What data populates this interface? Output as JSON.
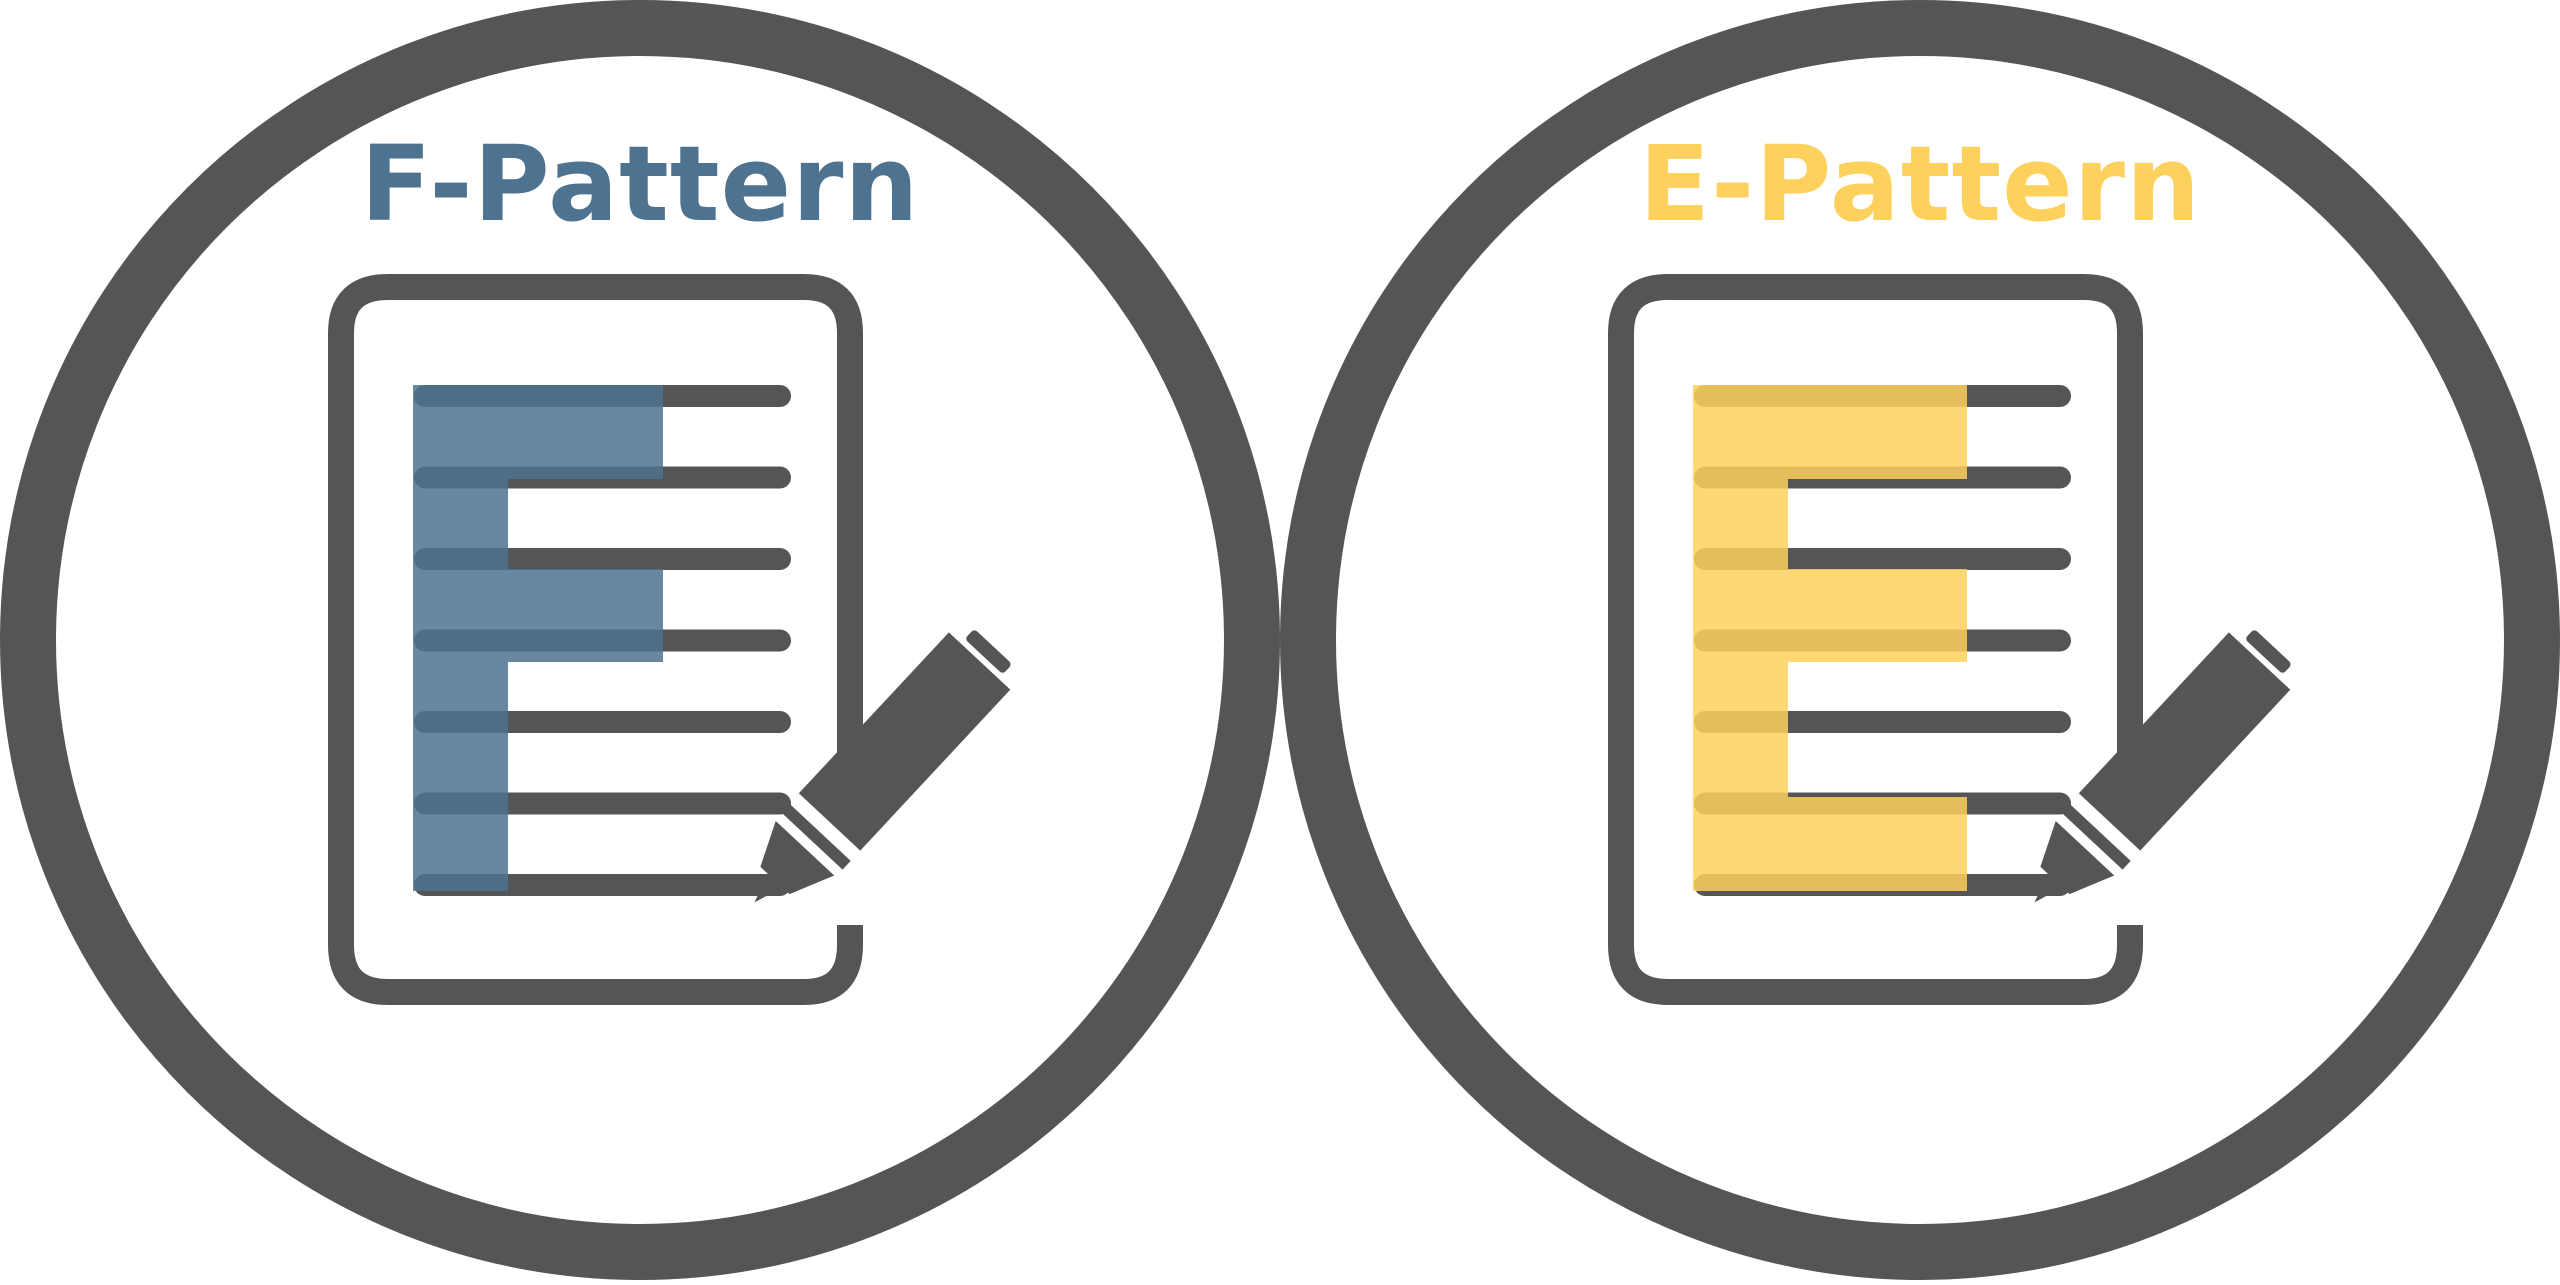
{
  "colors": {
    "ring": "#555555",
    "f_accent": "#4d7391",
    "f_accent_dark": "#1e4260",
    "e_accent": "#fdd15c",
    "e_accent_dark": "#c99a2a",
    "document": "#555555",
    "background": "#ffffff"
  },
  "panels": [
    {
      "title": "F-Pattern",
      "accent": "#4d7391",
      "icons": [
        "document-icon",
        "pen-icon"
      ],
      "highlight_shape": "F"
    },
    {
      "title": "E-Pattern",
      "accent": "#fdd15c",
      "icons": [
        "document-icon",
        "pen-icon"
      ],
      "highlight_shape": "E"
    }
  ],
  "document": {
    "text_line_count": 7
  }
}
